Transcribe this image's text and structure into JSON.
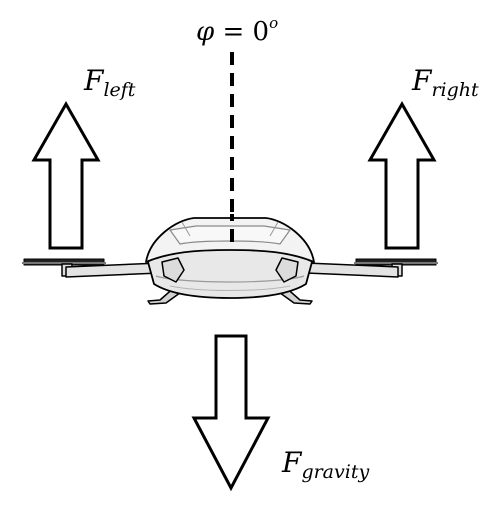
{
  "angle_label": {
    "symbol": "φ",
    "equals": " = 0",
    "superscript": "o"
  },
  "forces": {
    "left": {
      "base": "F",
      "subscript": "left"
    },
    "right": {
      "base": "F",
      "subscript": "right"
    },
    "gravity": {
      "base": "F",
      "subscript": "gravity"
    }
  },
  "colors": {
    "stroke": "#000000",
    "arrow_fill": "#ffffff",
    "body_fill": "#e9e9e9",
    "canopy_fill": "#f4f4f4",
    "shadow": "#bdbdbd"
  }
}
